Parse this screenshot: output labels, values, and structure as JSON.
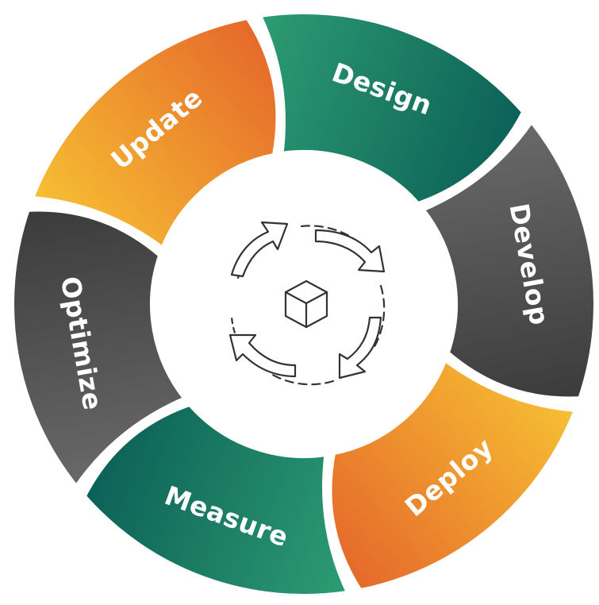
{
  "diagram": {
    "type": "cycle",
    "stages": [
      {
        "id": "design",
        "label": "Design",
        "color_from": "#2e9e74",
        "color_to": "#0b5f56"
      },
      {
        "id": "develop",
        "label": "Develop",
        "color_from": "#6a6a6a",
        "color_to": "#3a3a3a"
      },
      {
        "id": "deploy",
        "label": "Deploy",
        "color_from": "#f7c233",
        "color_to": "#e5662a"
      },
      {
        "id": "measure",
        "label": "Measure",
        "color_from": "#2e9e74",
        "color_to": "#0b5f56"
      },
      {
        "id": "optimize",
        "label": "Optimize",
        "color_from": "#6a6a6a",
        "color_to": "#3a3a3a"
      },
      {
        "id": "update",
        "label": "Update",
        "color_from": "#f7c233",
        "color_to": "#e5662a"
      }
    ],
    "center_icon": "cycle-arrows-with-cube-icon"
  }
}
